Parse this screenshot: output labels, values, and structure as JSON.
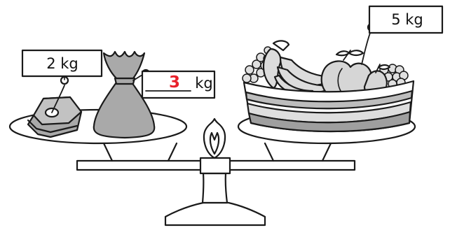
{
  "labels": {
    "weight_tag": "2 kg",
    "sack_answer": "3",
    "sack_unit": "kg",
    "basket_tag": "5 kg"
  },
  "colors": {
    "answer": "#e8202a",
    "object_fill": "#a9a9a9",
    "light_fill": "#e6e6e6",
    "stroke": "#1a1a1a"
  }
}
